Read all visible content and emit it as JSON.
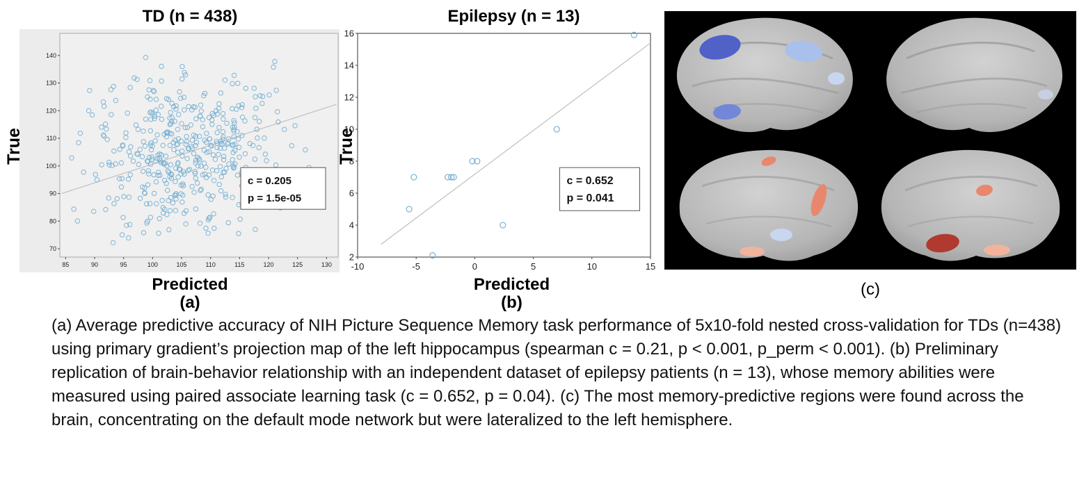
{
  "figure": {
    "panel_a": {
      "title": "TD (n = 438)",
      "xlabel": "Predicted",
      "ylabel": "True",
      "tag": "(a)"
    },
    "panel_b": {
      "title": "Epilepsy (n = 13)",
      "xlabel": "Predicted",
      "ylabel": "True",
      "tag": "(b)"
    },
    "panel_c": {
      "tag": "(c)",
      "description": "Four brain surface renderings (lateral top row, medial bottom row) with memory-predictive regions highlighted in blue (left hemisphere lateral) and red/salmon (medial views)"
    }
  },
  "caption": "(a) Average predictive accuracy of NIH Picture Sequence Memory task performance of 5x10-fold nested cross-validation for TDs (n=438) using primary gradient’s projection map of the left hippocampus (spearman c = 0.21, p < 0.001, p_perm < 0.001). (b) Preliminary replication of brain-behavior relationship with an independent dataset of epilepsy patients (n = 13), whose memory abilities were measured using paired associate learning task (c = 0.652, p = 0.04). (c) The most memory-predictive regions were found across the brain, concentrating on the default mode network but were lateralized to the left hemisphere.",
  "chart_data": [
    {
      "type": "scatter",
      "title": "TD (n = 438)",
      "xlabel": "Predicted",
      "ylabel": "True",
      "xlim": [
        84,
        132
      ],
      "ylim": [
        67,
        148
      ],
      "xticks": [
        85,
        90,
        95,
        100,
        105,
        110,
        115,
        120,
        125,
        130
      ],
      "yticks": [
        70,
        80,
        90,
        100,
        110,
        120,
        130,
        140
      ],
      "grid": false,
      "fit_line": [
        [
          84.3,
          90.0
        ],
        [
          131.7,
          122.3
        ]
      ],
      "points_summary": {
        "n": 438,
        "mean": [
          105.5,
          105.5
        ],
        "sd": [
          8.3,
          14.2
        ],
        "corr": 0.205,
        "seed": 20438
      },
      "annotation": {
        "lines": [
          "c = 0.205",
          "p = 1.5e-05"
        ]
      },
      "stats": {
        "c": 0.205,
        "p": "1.5e-05"
      }
    },
    {
      "type": "scatter",
      "title": "Epilepsy (n = 13)",
      "xlabel": "Predicted",
      "ylabel": "True",
      "xlim": [
        -10,
        15
      ],
      "ylim": [
        2,
        16
      ],
      "xticks": [
        -10,
        -5,
        0,
        5,
        10,
        15
      ],
      "yticks": [
        2,
        4,
        6,
        8,
        10,
        12,
        14,
        16
      ],
      "grid": false,
      "fit_line": [
        [
          -8.0,
          2.8
        ],
        [
          15.0,
          15.4
        ]
      ],
      "points": [
        [
          -5.6,
          5
        ],
        [
          -5.2,
          7
        ],
        [
          -3.6,
          2.1
        ],
        [
          -2.3,
          7
        ],
        [
          -2.0,
          7
        ],
        [
          -1.8,
          7
        ],
        [
          -0.2,
          8
        ],
        [
          0.2,
          8
        ],
        [
          2.4,
          4
        ],
        [
          7.0,
          10
        ],
        [
          13.6,
          15.9
        ]
      ],
      "annotation": {
        "lines": [
          "c = 0.652",
          "p = 0.041"
        ]
      },
      "stats": {
        "c": 0.652,
        "p": 0.041
      }
    }
  ],
  "colors": {
    "marker": "#74aed0",
    "fit_line": "#bfbfbf",
    "panel_a_bg": "#ececec",
    "panel_c_bg": "#000000",
    "patch_dark_blue": "#5061c8",
    "patch_medium_blue": "#7287d8",
    "patch_light_blue": "#a9c0ea",
    "patch_pale_blue": "#c9d6f0",
    "patch_salmon": "#e9876c",
    "patch_light_salmon": "#f2b39c",
    "patch_dark_red": "#b03a30"
  }
}
